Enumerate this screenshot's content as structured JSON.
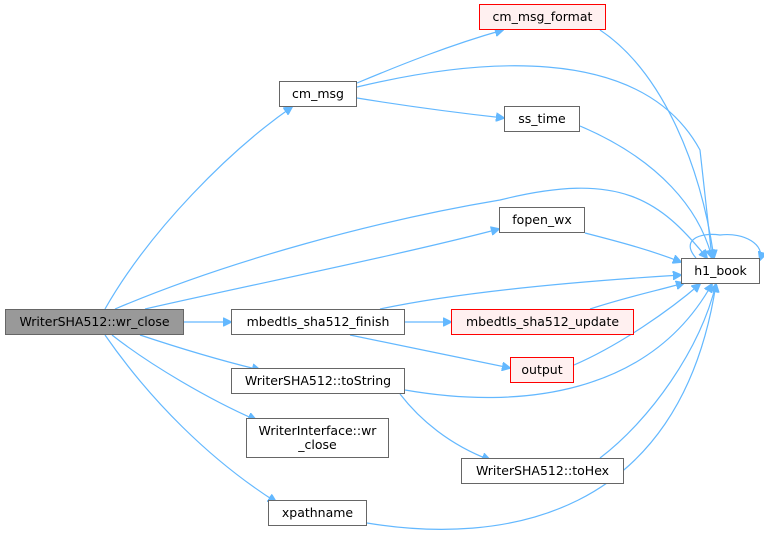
{
  "graph": {
    "colors": {
      "edge": "#63b8ff",
      "root_fill": "#999999",
      "node_border": "#666666",
      "incomplete_border": "#ff0000"
    },
    "nodes": {
      "wr_close": {
        "label": "WriterSHA512::wr_close",
        "kind": "root"
      },
      "cm_msg": {
        "label": "cm_msg",
        "kind": "normal"
      },
      "cm_msg_format": {
        "label": "cm_msg_format",
        "kind": "incomplete"
      },
      "ss_time": {
        "label": "ss_time",
        "kind": "normal"
      },
      "fopen_wx": {
        "label": "fopen_wx",
        "kind": "normal"
      },
      "h1_book": {
        "label": "h1_book",
        "kind": "normal"
      },
      "mbedtls_sha512_finish": {
        "label": "mbedtls_sha512_finish",
        "kind": "normal"
      },
      "mbedtls_sha512_update": {
        "label": "mbedtls_sha512_update",
        "kind": "incomplete"
      },
      "output": {
        "label": "output",
        "kind": "incomplete"
      },
      "toString": {
        "label": "WriterSHA512::toString",
        "kind": "normal"
      },
      "writer_interface_wr_close": {
        "label": "WriterInterface::wr\n_close",
        "kind": "normal"
      },
      "toHex": {
        "label": "WriterSHA512::toHex",
        "kind": "normal"
      },
      "xpathname": {
        "label": "xpathname",
        "kind": "normal"
      }
    },
    "edges": [
      {
        "from": "wr_close",
        "to": "cm_msg"
      },
      {
        "from": "wr_close",
        "to": "h1_book"
      },
      {
        "from": "wr_close",
        "to": "fopen_wx"
      },
      {
        "from": "wr_close",
        "to": "mbedtls_sha512_finish"
      },
      {
        "from": "wr_close",
        "to": "toString"
      },
      {
        "from": "wr_close",
        "to": "writer_interface_wr_close"
      },
      {
        "from": "wr_close",
        "to": "xpathname"
      },
      {
        "from": "cm_msg",
        "to": "cm_msg_format"
      },
      {
        "from": "cm_msg",
        "to": "h1_book"
      },
      {
        "from": "cm_msg",
        "to": "ss_time"
      },
      {
        "from": "cm_msg_format",
        "to": "h1_book"
      },
      {
        "from": "ss_time",
        "to": "h1_book"
      },
      {
        "from": "fopen_wx",
        "to": "h1_book"
      },
      {
        "from": "h1_book",
        "to": "h1_book"
      },
      {
        "from": "mbedtls_sha512_finish",
        "to": "h1_book"
      },
      {
        "from": "mbedtls_sha512_finish",
        "to": "mbedtls_sha512_update"
      },
      {
        "from": "mbedtls_sha512_finish",
        "to": "output"
      },
      {
        "from": "mbedtls_sha512_update",
        "to": "h1_book"
      },
      {
        "from": "output",
        "to": "h1_book"
      },
      {
        "from": "toString",
        "to": "h1_book"
      },
      {
        "from": "toString",
        "to": "toHex"
      },
      {
        "from": "toHex",
        "to": "h1_book"
      },
      {
        "from": "xpathname",
        "to": "h1_book"
      }
    ]
  }
}
